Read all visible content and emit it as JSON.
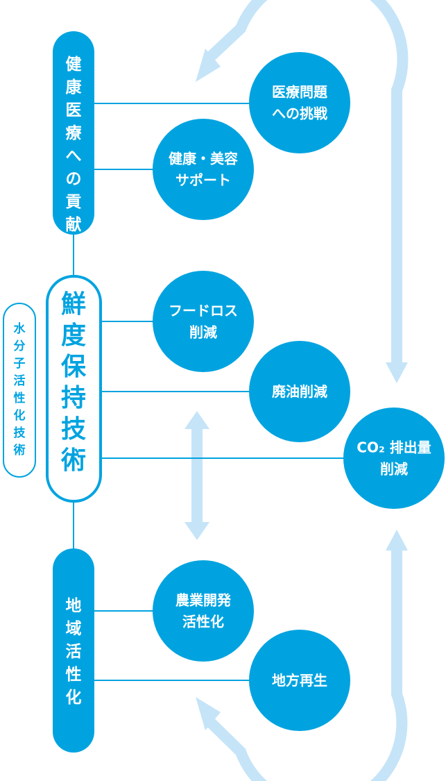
{
  "colors": {
    "primary": "#00a3e0",
    "arrow": "#c5e4f8",
    "background": "#ffffff"
  },
  "side_label": "水分子活性化技術",
  "center_label": "鮮度保持技術",
  "pills": [
    {
      "id": "health",
      "label": "健康医療への貢献"
    },
    {
      "id": "region",
      "label": "地域活性化"
    }
  ],
  "circles": [
    {
      "id": "medical",
      "lines": [
        "医療問題",
        "への挑戦"
      ]
    },
    {
      "id": "beauty",
      "lines": [
        "健康・美容",
        "サポート"
      ]
    },
    {
      "id": "foodloss",
      "lines": [
        "フードロス",
        "削減"
      ]
    },
    {
      "id": "oil",
      "lines": [
        "廃油削減"
      ]
    },
    {
      "id": "co2",
      "lines": [
        "CO₂ 排出量",
        "削減"
      ]
    },
    {
      "id": "agri",
      "lines": [
        "農業開発",
        "活性化"
      ]
    },
    {
      "id": "local",
      "lines": [
        "地方再生"
      ]
    }
  ]
}
